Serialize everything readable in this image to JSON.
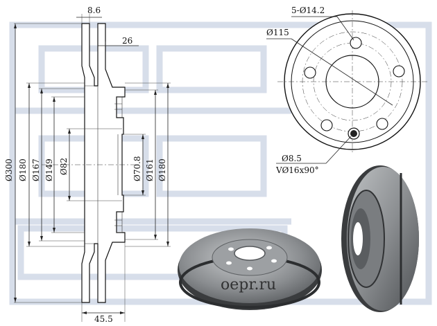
{
  "colors": {
    "line": "#111111",
    "watermark": "#d7deea",
    "photo_metal": "#8a8d90",
    "photo_dark": "#3a3c3e"
  },
  "dimensions": {
    "thickness_top": "8.6",
    "thickness_right": "26",
    "height_total": "45.5",
    "dia_300": "Ø300",
    "dia_180_left": "Ø180",
    "dia_167": "Ø167",
    "dia_149": "Ø149",
    "dia_82": "Ø82",
    "dia_70_8": "Ø70.8",
    "dia_161": "Ø161",
    "dia_180_right": "Ø180"
  },
  "front_view": {
    "bolt_holes": "5-Ø14.2",
    "pcd": "Ø115",
    "pin_hole": "Ø8.5",
    "countersink": "VØ16x90°"
  },
  "watermark_text": "oepr.ru"
}
